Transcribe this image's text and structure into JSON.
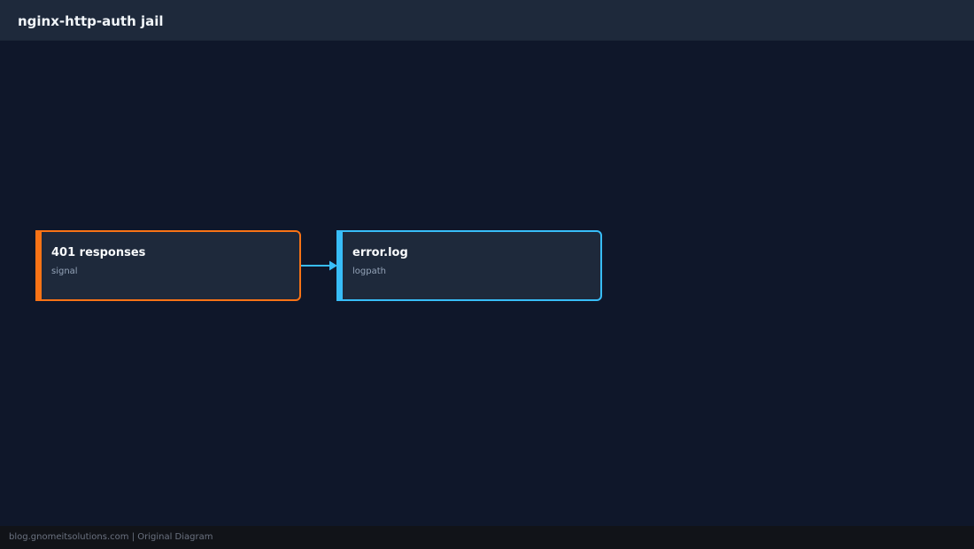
{
  "header": {
    "title": "nginx-http-auth jail"
  },
  "nodes": [
    {
      "id": "signal",
      "title": "401 responses",
      "subtitle": "signal",
      "border_color": "#f97316"
    },
    {
      "id": "logpath",
      "title": "error.log",
      "subtitle": "logpath",
      "border_color": "#38bdf8"
    }
  ],
  "edges": [
    {
      "from": "signal",
      "to": "logpath",
      "color": "#38bdf8"
    }
  ],
  "footer": {
    "text": "blog.gnomeitsolutions.com | Original Diagram"
  },
  "colors": {
    "background": "#0f172a",
    "header_bg": "#1e293b",
    "node_bg": "#1e293b",
    "footer_bg": "#111318"
  }
}
